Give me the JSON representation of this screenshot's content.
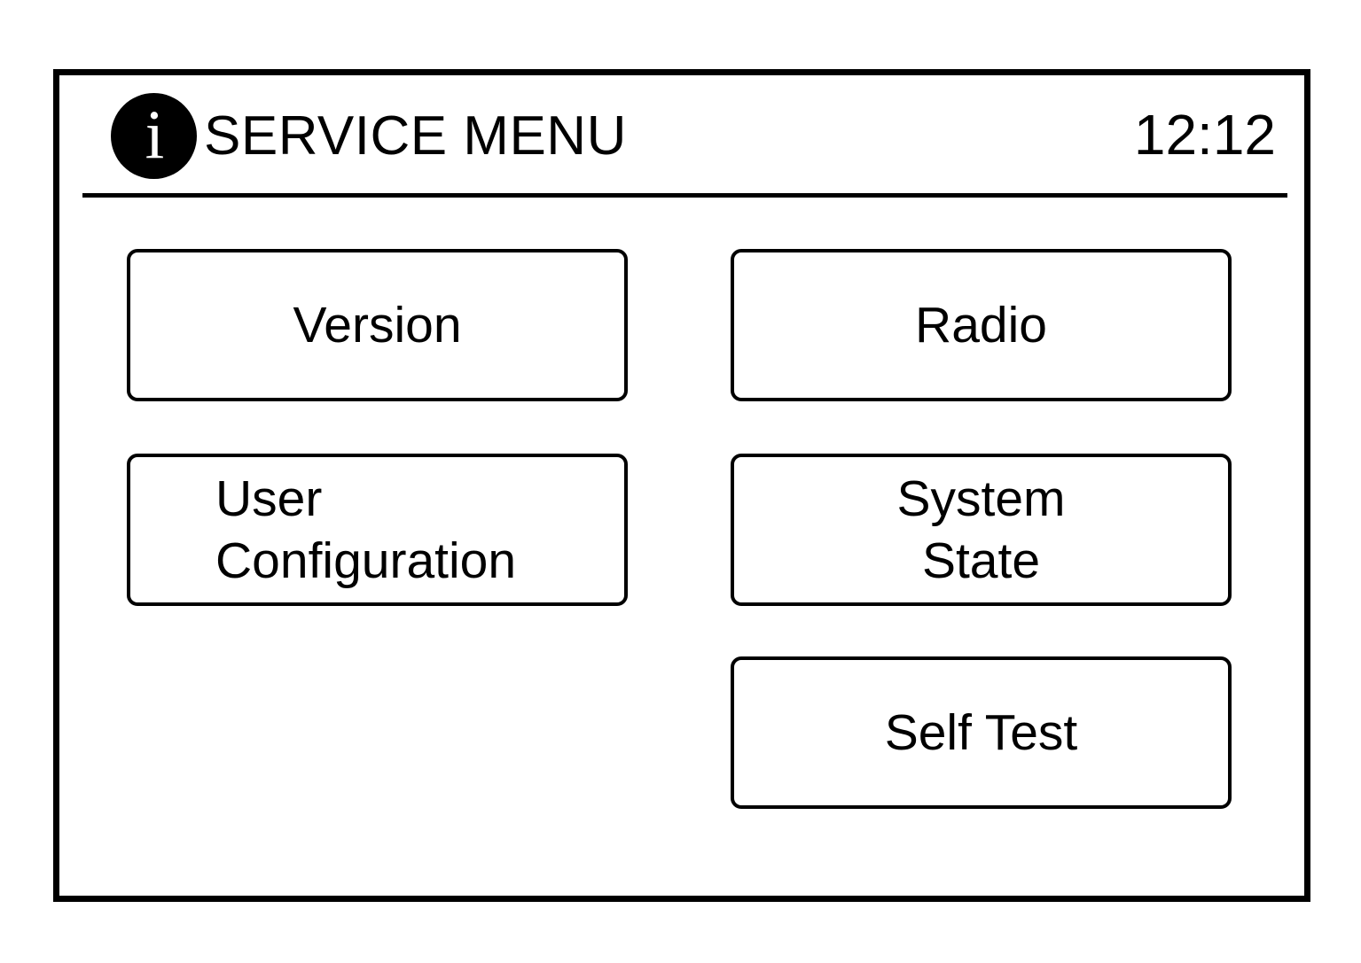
{
  "screen": {
    "title": "SERVICE MENU",
    "clock": "12:12",
    "info_icon_glyph": "i",
    "colors": {
      "foreground": "#000000",
      "background": "#ffffff"
    }
  },
  "menu": {
    "left_column": [
      {
        "name": "version",
        "lines": [
          "Version"
        ],
        "align": "center"
      },
      {
        "name": "user-configuration",
        "lines": [
          "User",
          "Configuration"
        ],
        "align": "left"
      }
    ],
    "right_column": [
      {
        "name": "radio",
        "lines": [
          "Radio"
        ],
        "align": "center"
      },
      {
        "name": "system-state",
        "lines": [
          "System",
          "State"
        ],
        "align": "center"
      },
      {
        "name": "self-test",
        "lines": [
          "Self Test"
        ],
        "align": "center"
      }
    ]
  }
}
